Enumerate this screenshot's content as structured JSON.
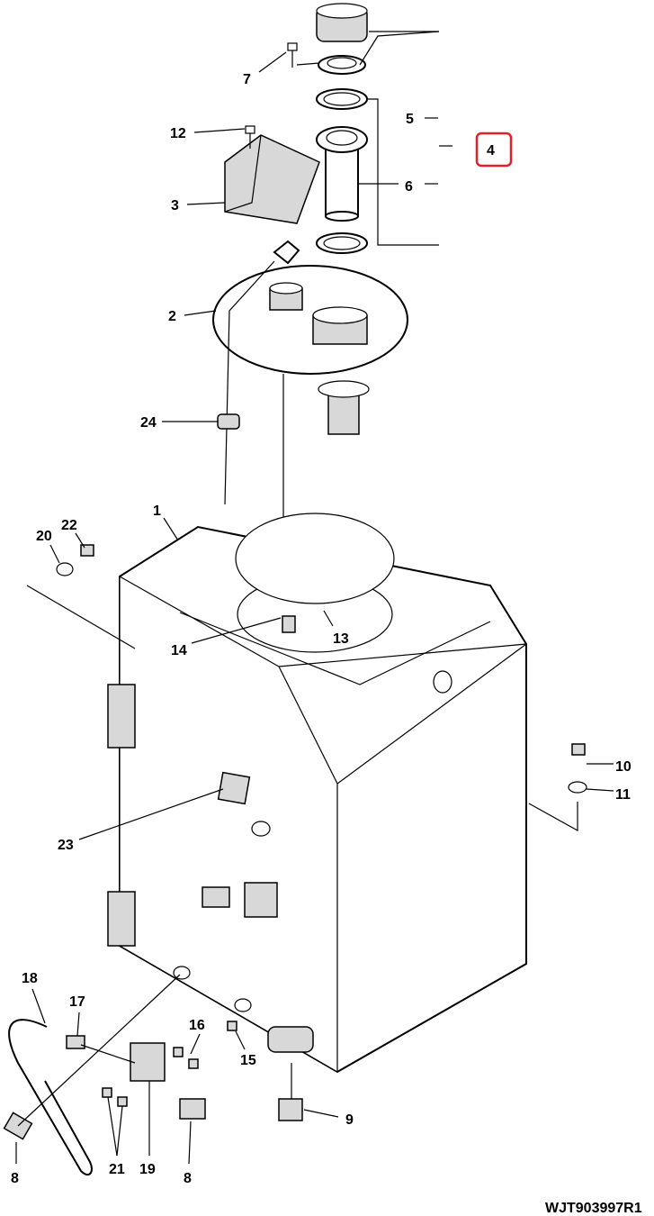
{
  "diagram": {
    "callouts": {
      "c1": "1",
      "c2": "2",
      "c3": "3",
      "c4": "4",
      "c5": "5",
      "c6": "6",
      "c7": "7",
      "c8a": "8",
      "c8b": "8",
      "c9": "9",
      "c10": "10",
      "c11": "11",
      "c12": "12",
      "c13": "13",
      "c14": "14",
      "c15": "15",
      "c16": "16",
      "c17": "17",
      "c18": "18",
      "c19": "19",
      "c20": "20",
      "c21a": "21",
      "c22": "22",
      "c23": "23",
      "c24": "24"
    },
    "highlighted_callout": "4",
    "highlight_color": "#e0202a",
    "figure_id": "WJT903997R1"
  }
}
